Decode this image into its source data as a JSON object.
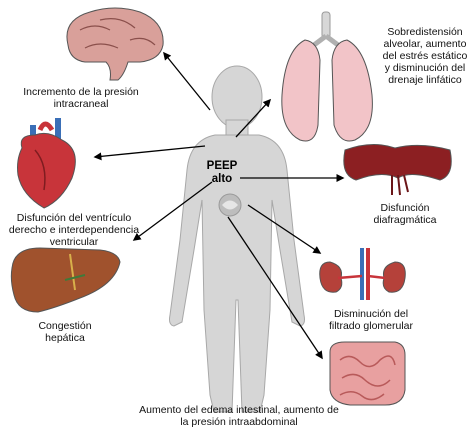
{
  "center": {
    "line1": "PEEP",
    "line2": "alto"
  },
  "effects": {
    "brain": {
      "lines": [
        "Incremento de la presión",
        "intracraneal"
      ]
    },
    "lungs": {
      "lines": [
        "Sobredistensión",
        "alveolar, aumento",
        "del estrés estático",
        "y disminución del",
        "drenaje linfático"
      ]
    },
    "heart": {
      "lines": [
        "Disfunción del ventrículo",
        "derecho e interdependencia",
        "ventricular"
      ]
    },
    "diaphragm": {
      "lines": [
        "Disfunción",
        "diafragmática"
      ]
    },
    "liver": {
      "lines": [
        "Congestión",
        "hepática"
      ]
    },
    "kidneys": {
      "lines": [
        "Disminución del",
        "filtrado glomerular"
      ]
    },
    "intestine": {
      "lines": [
        "Aumento del edema intestinal, aumento de",
        "la presión intraabdominal"
      ]
    }
  },
  "colors": {
    "body": "#d6d6d6",
    "body_outline": "#a8a8a8",
    "arrow": "#000000",
    "brain": "#d9a09a",
    "lungs": "#f2c4c8",
    "heart": "#c8343a",
    "diaphragm": "#8c1f22",
    "liver": "#a0522d",
    "kidney": "#b5413a",
    "intestine": "#e8a0a0"
  }
}
